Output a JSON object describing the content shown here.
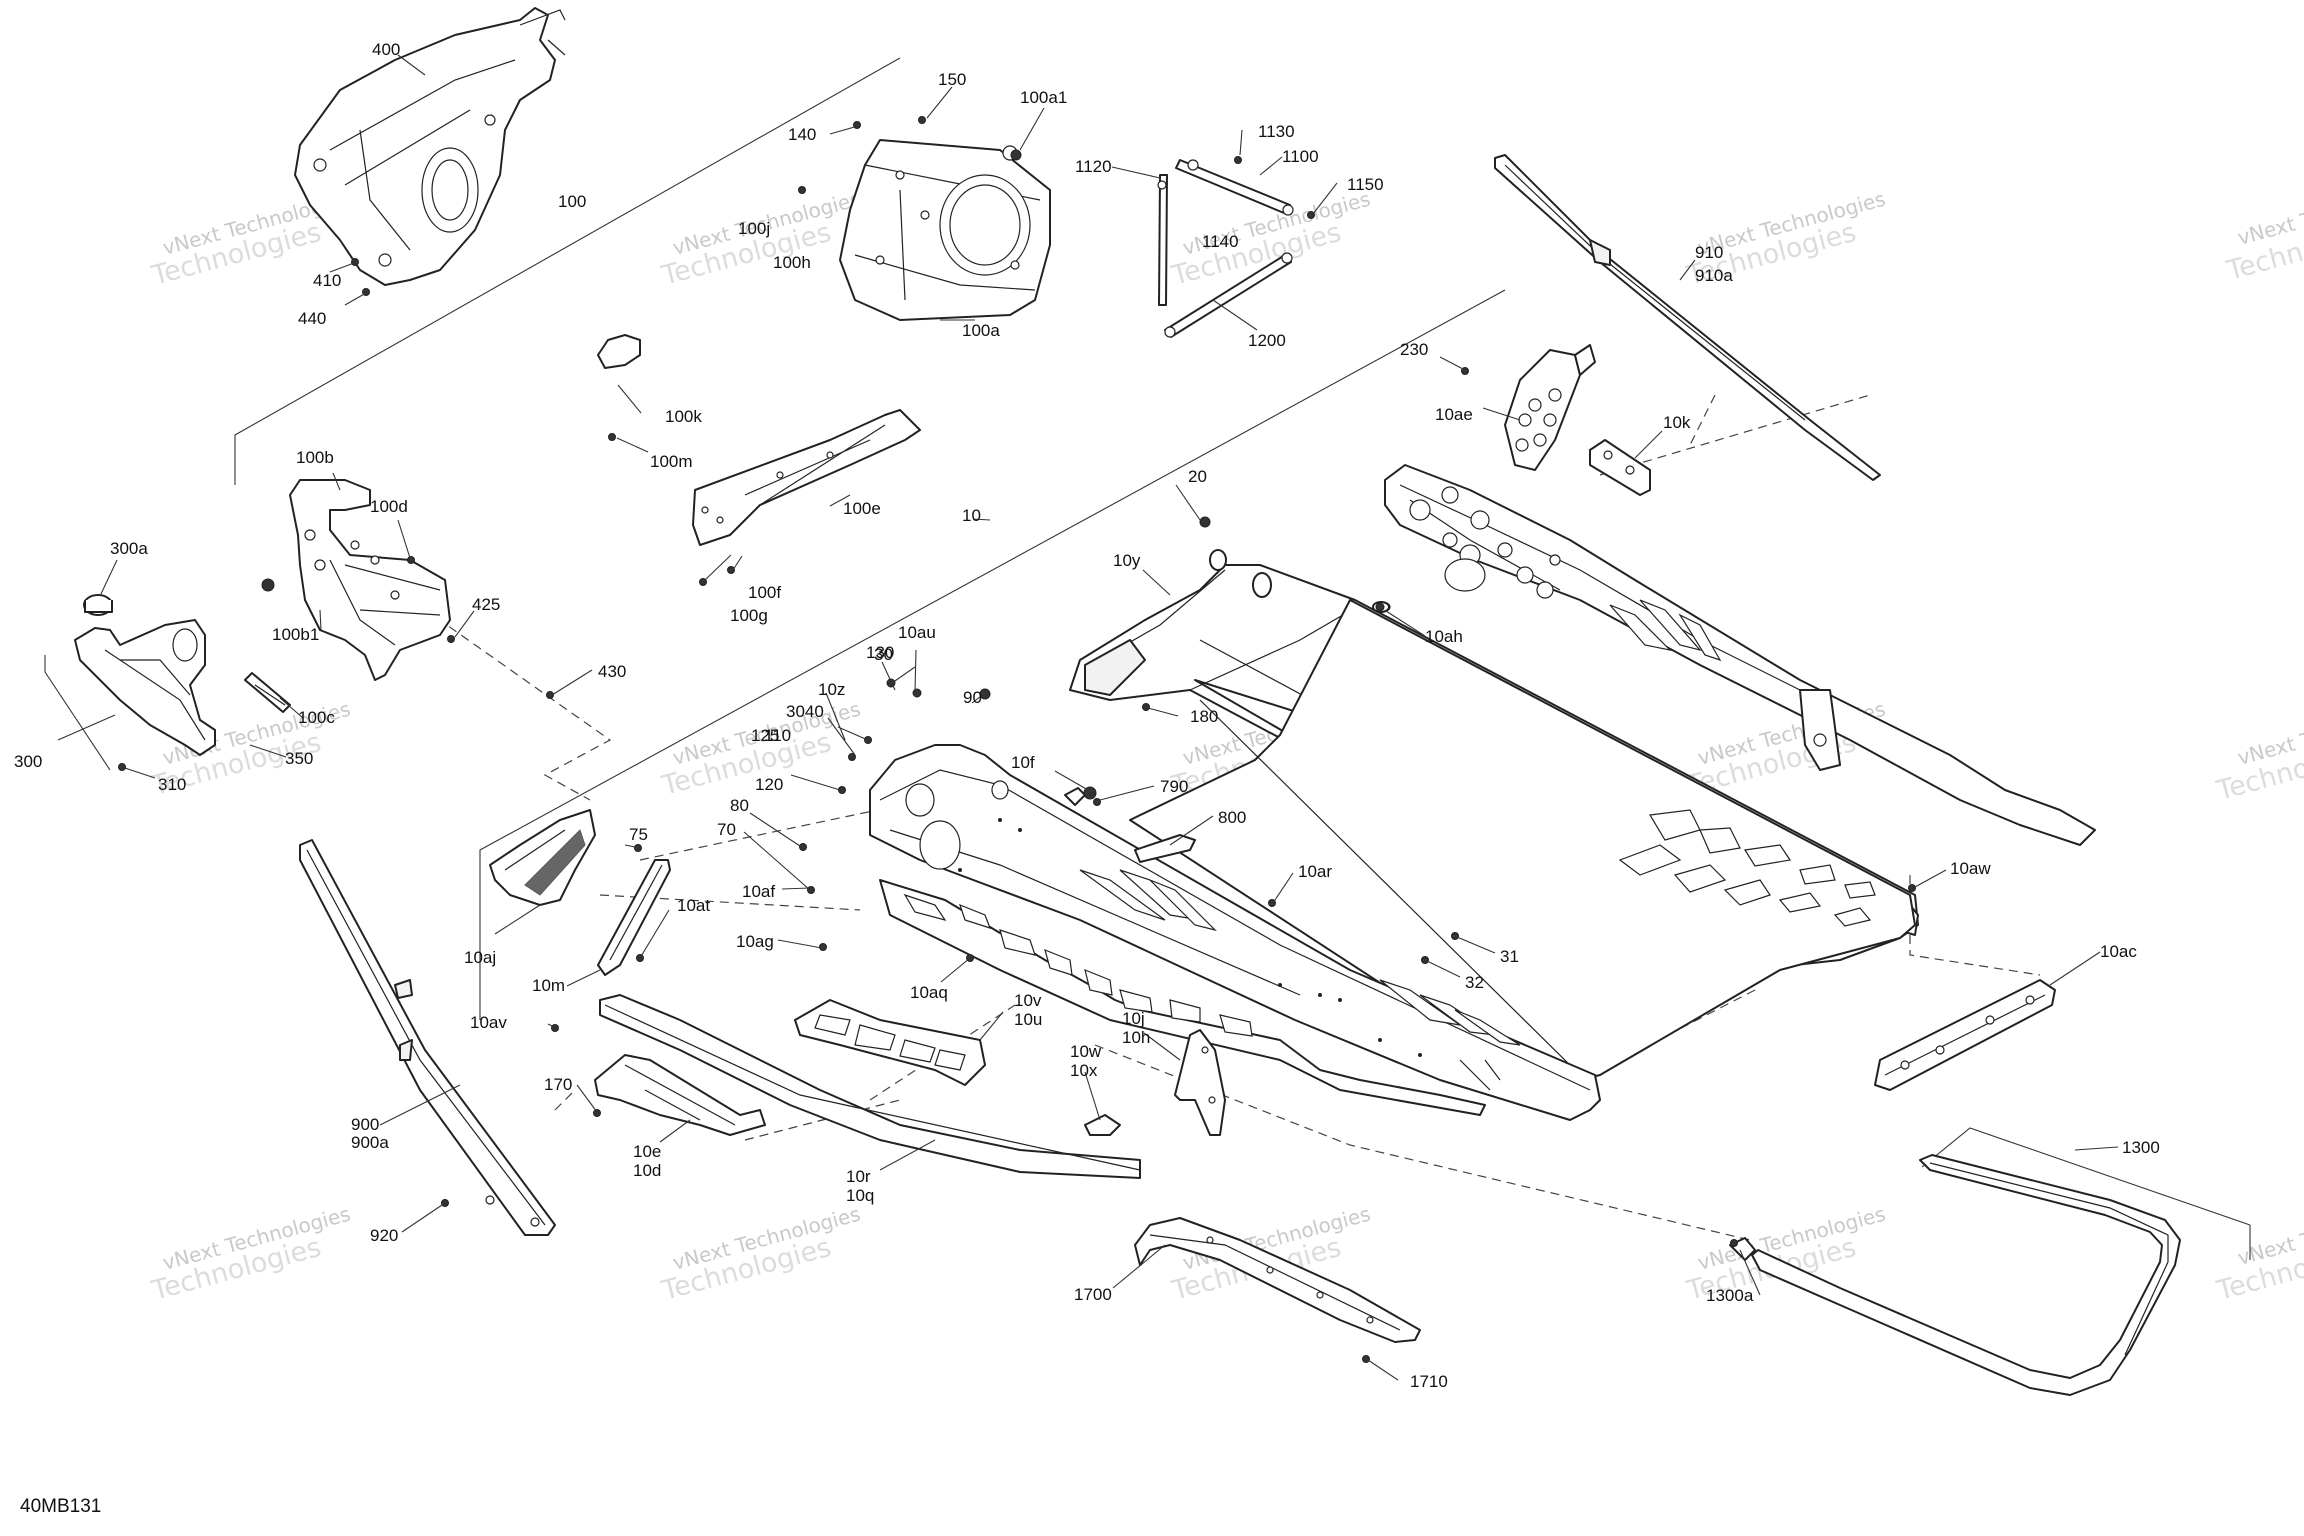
{
  "diagram_code": "40MB131",
  "watermark": {
    "line1": "vNext Technologies",
    "line2": "Technologies"
  },
  "callouts": [
    "400",
    "150",
    "100a1",
    "140",
    "1130",
    "1120",
    "1100",
    "1150",
    "100",
    "100j",
    "100h",
    "1140",
    "910",
    "910a",
    "410",
    "440",
    "100a",
    "1200",
    "230",
    "10ae",
    "10k",
    "100k",
    "100m",
    "100b",
    "100e",
    "20",
    "100d",
    "10",
    "300a",
    "10y",
    "100b1",
    "425",
    "100f",
    "100g",
    "10ah",
    "430",
    "130",
    "10au",
    "30",
    "10z",
    "3040",
    "90",
    "110",
    "125",
    "180",
    "100c",
    "120",
    "350",
    "300",
    "10f",
    "790",
    "80",
    "310",
    "70",
    "800",
    "75",
    "10af",
    "10ar",
    "10at",
    "10ag",
    "31",
    "10aw",
    "10aj",
    "10m",
    "32",
    "10ac",
    "10aq",
    "10v",
    "10u",
    "10av",
    "10j",
    "10h",
    "10w",
    "10x",
    "170",
    "900",
    "900a",
    "10e",
    "10d",
    "10r",
    "10q",
    "1300",
    "920",
    "1700",
    "1300a",
    "1710"
  ]
}
